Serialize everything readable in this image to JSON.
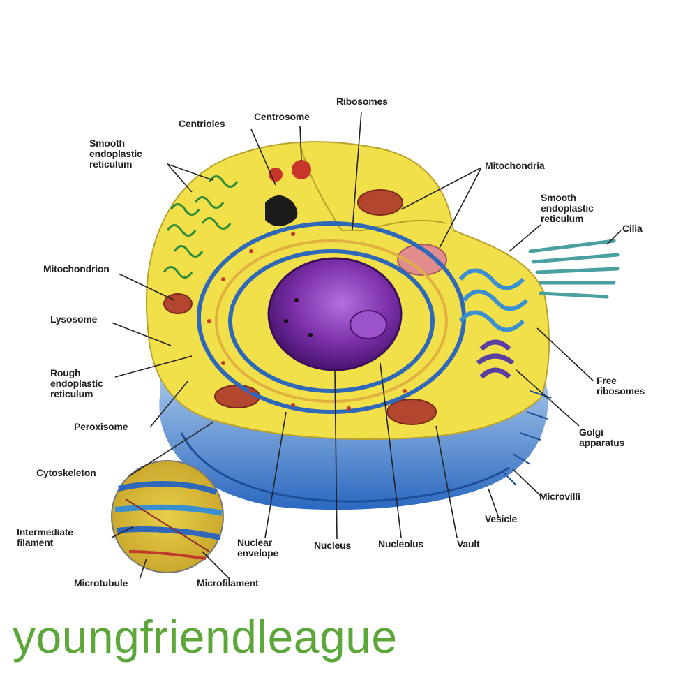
{
  "diagram": {
    "labels": {
      "ribosomes": "Ribosomes",
      "centrioles": "Centrioles",
      "centrosome": "Centrosome",
      "smooth_er_left": "Smooth\nendoplastic\nreticulum",
      "mitochondria": "Mitochondria",
      "smooth_er_right": "Smooth\nendoplastic\nreticulum",
      "cilia": "Cilia",
      "mitochondrion": "Mitochondrion",
      "lysosome": "Lysosome",
      "rough_er": "Rough\nendoplastic\nreticulum",
      "peroxisome": "Peroxisome",
      "free_ribosomes": "Free\nribosomes",
      "golgi": "Golgi\napparatus",
      "cytoskeleton": "Cytoskeleton",
      "microvilli": "Microvilli",
      "vesicle": "Vesicle",
      "intermediate_filament": "Intermediate\nfilament",
      "nuclear_envelope": "Nuclear\nenvelope",
      "nucleus": "Nucleus",
      "nucleolus": "Nucleolus",
      "vault": "Vault",
      "microtubule": "Microtubule",
      "microfilament": "Microfilament"
    }
  },
  "watermark": "youngfriendleague",
  "colors": {
    "cytoplasm": "#f2e04a",
    "membrane": "#3a7fd0",
    "nucleus": "#7b2fa8",
    "nucleolus": "#9c52c9",
    "er": "#2f68b8",
    "mitochondria": "#b3462f",
    "watermark": "#5ca63a"
  }
}
